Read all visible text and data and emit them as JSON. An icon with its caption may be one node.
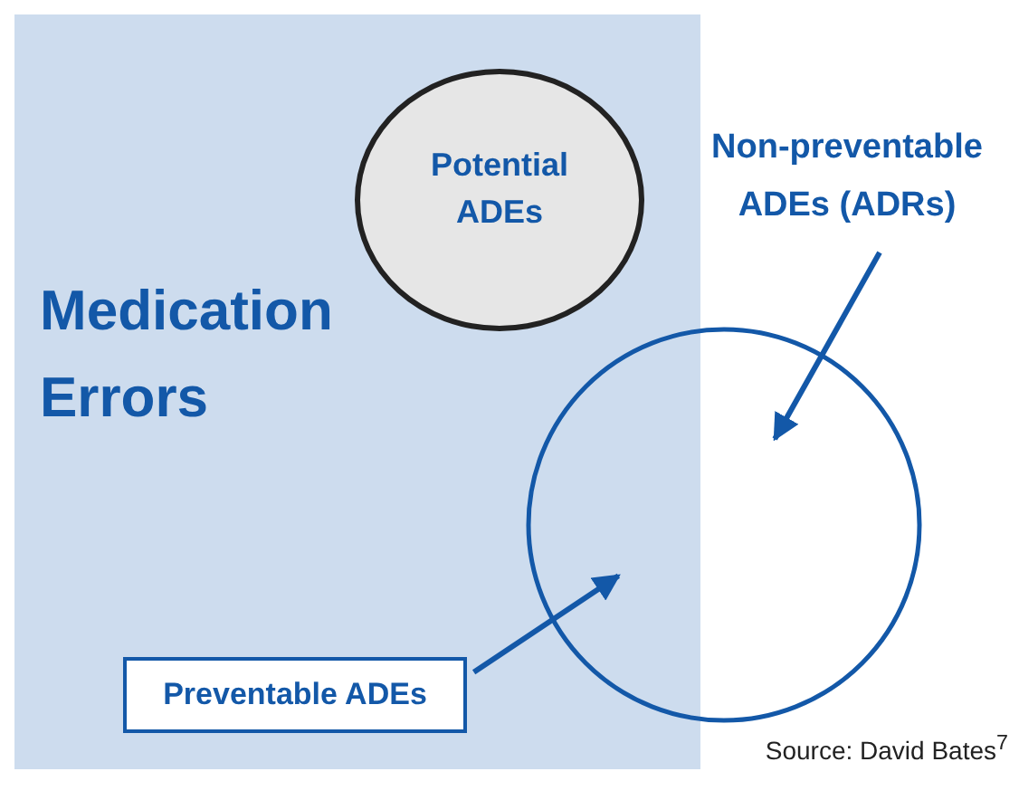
{
  "diagram": {
    "nodes": [
      {
        "text": [
          "Medication Errors"
        ]
      },
      {
        "text": [
          "Potential ADEs"
        ],
        "in": 0
      },
      {
        "text": [],
        "shape": "circle"
      },
      {
        "text": [
          "Non-preventable ADEs (ADRs)"
        ]
      },
      {
        "text": [
          "Preventable ADEs"
        ],
        "in": 0
      }
    ],
    "edges": [
      {
        "from": 3,
        "to": 2,
        "arrow": "to"
      },
      {
        "from": 4,
        "to": 2,
        "arrow": "to"
      }
    ],
    "labels": [
      "Source: David Bates$^{7}$"
    ]
  }
}
